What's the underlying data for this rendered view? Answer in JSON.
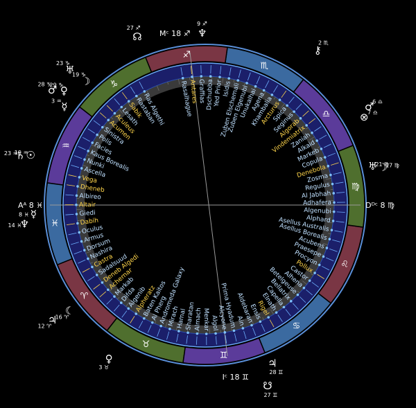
{
  "colors": {
    "background": "#000000",
    "fire": "#7a3644",
    "earth": "#4f6f2e",
    "air": "#5b3b9a",
    "water": "#3b6aa0",
    "innerBand": "#1b1f6a",
    "grayRing": "#3a3a3a",
    "starLine": "#6db0ff",
    "highlightLine": "#ffd54a",
    "fireGlyph": "#ff8a6a"
  },
  "signs": [
    {
      "glyph": "♈",
      "element": "fire"
    },
    {
      "glyph": "♉",
      "element": "earth"
    },
    {
      "glyph": "♊",
      "element": "air"
    },
    {
      "glyph": "♋",
      "element": "water"
    },
    {
      "glyph": "♌",
      "element": "fire"
    },
    {
      "glyph": "♍",
      "element": "earth"
    },
    {
      "glyph": "♎",
      "element": "air"
    },
    {
      "glyph": "♏",
      "element": "water"
    },
    {
      "glyph": "♐",
      "element": "fire"
    },
    {
      "glyph": "♑",
      "element": "earth"
    },
    {
      "glyph": "♒",
      "element": "air"
    },
    {
      "glyph": "♓",
      "element": "water"
    }
  ],
  "angles": [
    {
      "name": "ASC",
      "label": "Aᴬ",
      "degree": "8",
      "sign": "♓"
    },
    {
      "name": "DSC",
      "label": "Dᴰᶜ",
      "degree": "8",
      "sign": "♍"
    },
    {
      "name": "MC",
      "label": "Mᶜ",
      "degree": "18",
      "sign": "♐"
    },
    {
      "name": "IC",
      "label": "Iᶜ",
      "degree": "18",
      "sign": "♊"
    }
  ],
  "planets": [
    {
      "glyph": "♆",
      "degree": "9",
      "sign": "♐",
      "tone": "#ffffff"
    },
    {
      "glyph": "☊",
      "degree": "27",
      "sign": "♐",
      "tone": "#ff8a6a"
    },
    {
      "glyph": "♅",
      "degree": "23",
      "sign": "♑",
      "tone": "#ffffff"
    },
    {
      "glyph": "☽",
      "degree": "19",
      "sign": "♑",
      "tone": "#ffffff"
    },
    {
      "glyph": "♀",
      "degree": "29",
      "sign": "♑",
      "tone": "#ffffff"
    },
    {
      "glyph": "♂",
      "degree": "28",
      "sign": "♑",
      "tone": "#ffffff"
    },
    {
      "glyph": "☿",
      "degree": "3",
      "sign": "♒",
      "tone": "#ffffff"
    },
    {
      "glyph": "☉",
      "degree": "19",
      "sign": "♒",
      "tone": "#ffffff"
    },
    {
      "glyph": "♄",
      "degree": "23",
      "sign": "♒",
      "tone": "#ffffff"
    },
    {
      "glyph": "☿",
      "degree": "8",
      "sign": "♓",
      "tone": "#ffffff"
    },
    {
      "glyph": "♆",
      "degree": "14",
      "sign": "♓",
      "tone": "#ffffff"
    },
    {
      "glyph": "♃",
      "degree": "12",
      "sign": "♈",
      "tone": "#ff8a6a"
    },
    {
      "glyph": "☾",
      "degree": "16",
      "sign": "♈",
      "tone": "#ff8a6a"
    },
    {
      "glyph": "♀",
      "degree": "3",
      "sign": "♉",
      "tone": "#ffffff"
    },
    {
      "glyph": "☋",
      "degree": "27",
      "sign": "♊",
      "tone": "#ffffff"
    },
    {
      "glyph": "♃",
      "degree": "28",
      "sign": "♊",
      "tone": "#ffffff"
    },
    {
      "glyph": "⊗",
      "degree": "7",
      "sign": "♎",
      "tone": "#ffffff"
    },
    {
      "glyph": "♂",
      "degree": "6",
      "sign": "♎",
      "tone": "#ffffff"
    },
    {
      "glyph": "♅",
      "degree": "21",
      "sign": "♍",
      "tone": "#ffffff"
    },
    {
      "glyph": "☽",
      "degree": "17",
      "sign": "♍",
      "tone": "#ffffff"
    },
    {
      "glyph": "⚷",
      "degree": "2",
      "sign": "♏",
      "tone": "#ffffff"
    }
  ],
  "stars": [
    {
      "name": "Rasalhague",
      "hl": false
    },
    {
      "name": "Antares",
      "hl": true
    },
    {
      "name": "Graffias",
      "hl": false
    },
    {
      "name": "Dschubba",
      "hl": false
    },
    {
      "name": "Yed Prior",
      "hl": false
    },
    {
      "name": "Isidis",
      "hl": false
    },
    {
      "name": "Zuben Elschemali",
      "hl": false
    },
    {
      "name": "Zuben Elgenubi",
      "hl": false
    },
    {
      "name": "Unukalhai",
      "hl": false
    },
    {
      "name": "Agena",
      "hl": false
    },
    {
      "name": "Khambalia",
      "hl": false
    },
    {
      "name": "Arcturus",
      "hl": true
    },
    {
      "name": "Spica",
      "hl": false
    },
    {
      "name": "Seginus",
      "hl": false
    },
    {
      "name": "Algorab",
      "hl": true
    },
    {
      "name": "Vindemiatrix",
      "hl": true
    },
    {
      "name": "Zaniah",
      "hl": false
    },
    {
      "name": "Alkaid",
      "hl": false
    },
    {
      "name": "Markeb",
      "hl": false
    },
    {
      "name": "Copula",
      "hl": false
    },
    {
      "name": "Denebola",
      "hl": true
    },
    {
      "name": "Zosma",
      "hl": false
    },
    {
      "name": "Regulus",
      "hl": false
    },
    {
      "name": "Al Jabhah",
      "hl": false
    },
    {
      "name": "Adhafera",
      "hl": false
    },
    {
      "name": "Algenubi",
      "hl": false
    },
    {
      "name": "Alphard",
      "hl": false
    },
    {
      "name": "Asellus Australis",
      "hl": false
    },
    {
      "name": "Asellus Borealis",
      "hl": false
    },
    {
      "name": "Acubens",
      "hl": false
    },
    {
      "name": "Praesepe",
      "hl": false
    },
    {
      "name": "Procyon",
      "hl": false
    },
    {
      "name": "Pollux",
      "hl": true
    },
    {
      "name": "Castor",
      "hl": false
    },
    {
      "name": "Alhena",
      "hl": false
    },
    {
      "name": "Betelgeuse",
      "hl": false
    },
    {
      "name": "Bellatrix",
      "hl": false
    },
    {
      "name": "Capella",
      "hl": false
    },
    {
      "name": "Elnath",
      "hl": false
    },
    {
      "name": "Rigel",
      "hl": true
    },
    {
      "name": "Ensis",
      "hl": false
    },
    {
      "name": "Aldebaran",
      "hl": false
    },
    {
      "name": "Ain",
      "hl": false
    },
    {
      "name": "Prima Hyadum",
      "hl": false
    },
    {
      "name": "Alcyone",
      "hl": false
    },
    {
      "name": "Algol",
      "hl": false
    },
    {
      "name": "Menkar",
      "hl": false
    },
    {
      "name": "Almach",
      "hl": false
    },
    {
      "name": "Sharatan",
      "hl": false
    },
    {
      "name": "Hamal",
      "hl": false
    },
    {
      "name": "Mirach",
      "hl": false
    },
    {
      "name": "Andromeda Galaxy",
      "hl": false
    },
    {
      "name": "Al Pherg",
      "hl": false
    },
    {
      "name": "Baten Kaitos",
      "hl": false
    },
    {
      "name": "Alpheratz",
      "hl": true
    },
    {
      "name": "Algenib",
      "hl": false
    },
    {
      "name": "Difda",
      "hl": false
    },
    {
      "name": "Markab",
      "hl": false
    },
    {
      "name": "Achernar",
      "hl": true
    },
    {
      "name": "Deneb Algedi",
      "hl": true
    },
    {
      "name": "Sadalsuud",
      "hl": false
    },
    {
      "name": "Castra",
      "hl": true
    },
    {
      "name": "Nashira",
      "hl": false
    },
    {
      "name": "Dorsum",
      "hl": false
    },
    {
      "name": "Armus",
      "hl": false
    },
    {
      "name": "Oculus",
      "hl": false
    },
    {
      "name": "Dabih",
      "hl": true
    },
    {
      "name": "Giedi",
      "hl": false
    },
    {
      "name": "Altair",
      "hl": true
    },
    {
      "name": "Albireo",
      "hl": false
    },
    {
      "name": "Dheneb",
      "hl": true
    },
    {
      "name": "Vega",
      "hl": true
    },
    {
      "name": "Ascella",
      "hl": false
    },
    {
      "name": "Nunki",
      "hl": false
    },
    {
      "name": "Kaus Borealis",
      "hl": false
    },
    {
      "name": "Facies",
      "hl": false
    },
    {
      "name": "Polis",
      "hl": false
    },
    {
      "name": "Sinistra",
      "hl": false
    },
    {
      "name": "Acumen",
      "hl": true
    },
    {
      "name": "Aculeus",
      "hl": true
    },
    {
      "name": "Lesath",
      "hl": false
    },
    {
      "name": "Sabik",
      "hl": true
    },
    {
      "name": "Rastaban",
      "hl": false
    },
    {
      "name": "Ras Algethi",
      "hl": false
    }
  ]
}
